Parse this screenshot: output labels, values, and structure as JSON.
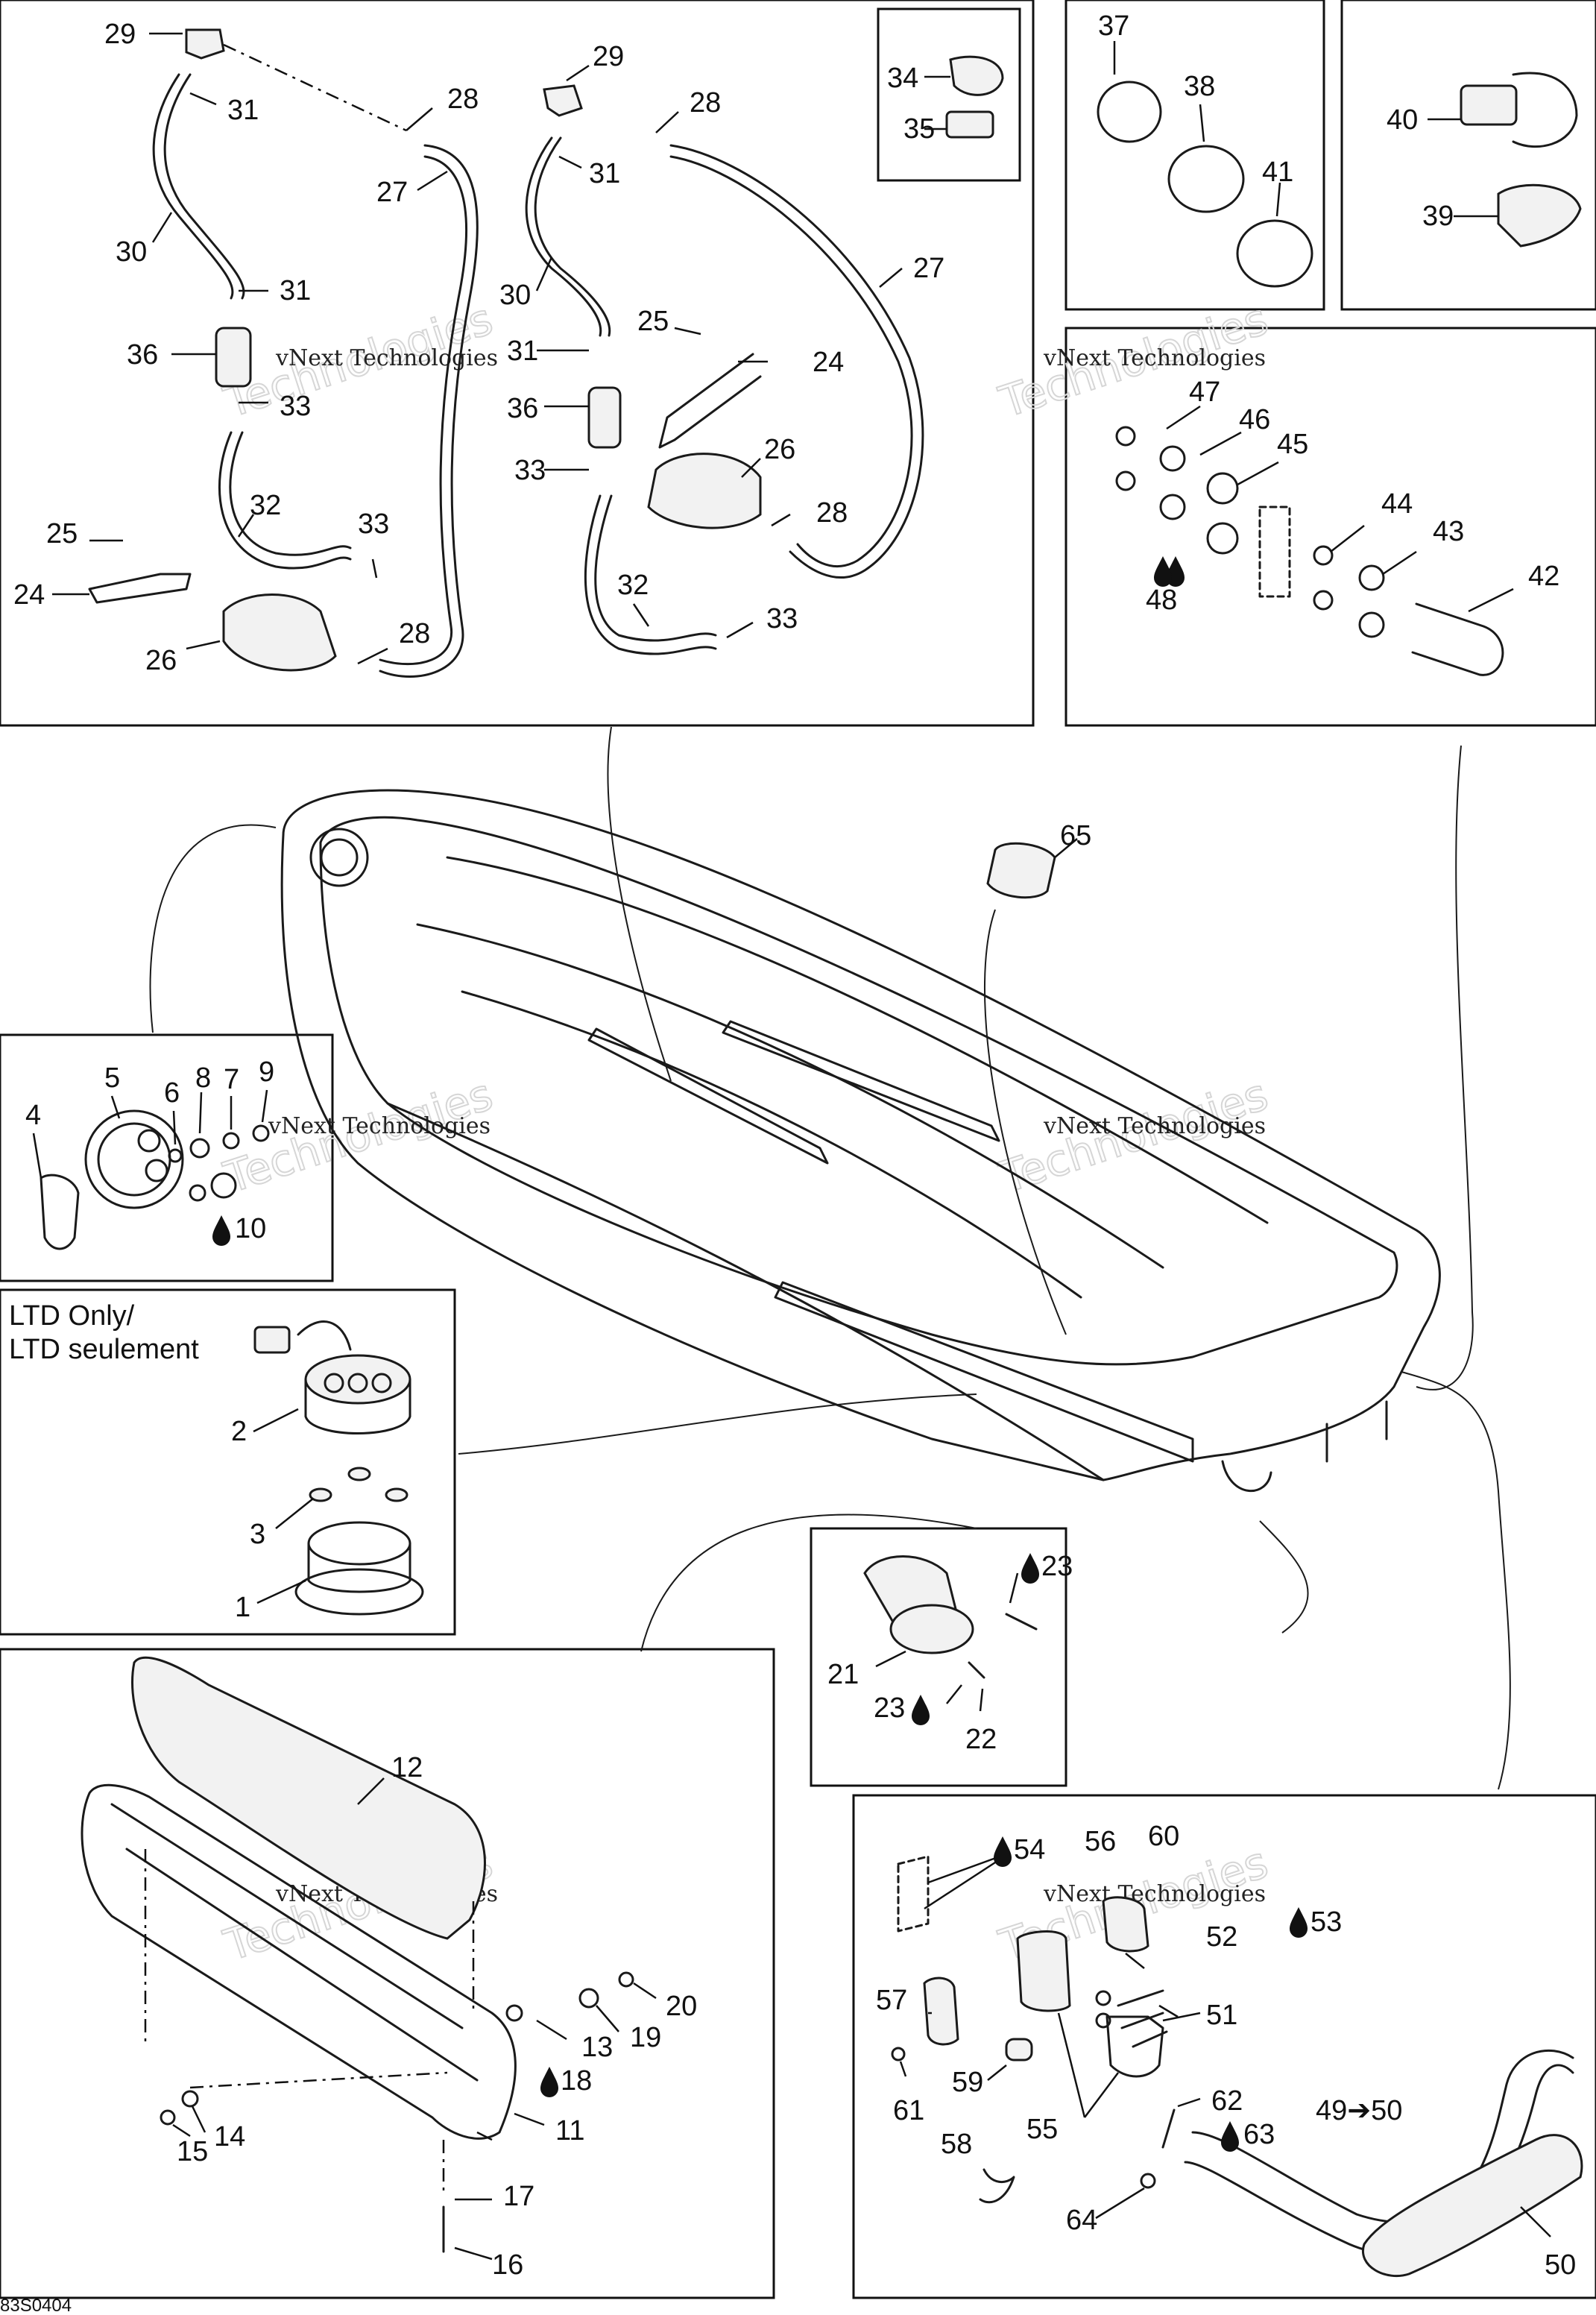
{
  "callouts": [
    {
      "label": "29"
    },
    {
      "label": "31"
    },
    {
      "label": "28"
    },
    {
      "label": "27"
    },
    {
      "label": "30"
    },
    {
      "label": "31"
    },
    {
      "label": "36"
    },
    {
      "label": "33"
    },
    {
      "label": "32"
    },
    {
      "label": "33"
    },
    {
      "label": "25"
    },
    {
      "label": "24"
    },
    {
      "label": "26"
    },
    {
      "label": "28"
    },
    {
      "label": "29"
    },
    {
      "label": "28"
    },
    {
      "label": "31"
    },
    {
      "label": "30"
    },
    {
      "label": "27"
    },
    {
      "label": "25"
    },
    {
      "label": "24"
    },
    {
      "label": "31"
    },
    {
      "label": "36"
    },
    {
      "label": "26"
    },
    {
      "label": "33"
    },
    {
      "label": "28"
    },
    {
      "label": "32"
    },
    {
      "label": "33"
    },
    {
      "label": "34"
    },
    {
      "label": "35"
    },
    {
      "label": "37"
    },
    {
      "label": "38"
    },
    {
      "label": "41"
    },
    {
      "label": "40"
    },
    {
      "label": "39"
    },
    {
      "label": "47"
    },
    {
      "label": "46"
    },
    {
      "label": "45"
    },
    {
      "label": "44"
    },
    {
      "label": "43"
    },
    {
      "label": "42"
    },
    {
      "label": "48"
    },
    {
      "label": "65"
    },
    {
      "label": "4"
    },
    {
      "label": "5"
    },
    {
      "label": "6"
    },
    {
      "label": "8"
    },
    {
      "label": "7"
    },
    {
      "label": "9"
    },
    {
      "label": "10"
    },
    {
      "label": "2"
    },
    {
      "label": "3"
    },
    {
      "label": "1"
    },
    {
      "label": "23"
    },
    {
      "label": "21"
    },
    {
      "label": "23"
    },
    {
      "label": "22"
    },
    {
      "label": "12"
    },
    {
      "label": "20"
    },
    {
      "label": "19"
    },
    {
      "label": "13"
    },
    {
      "label": "18"
    },
    {
      "label": "11"
    },
    {
      "label": "14"
    },
    {
      "label": "15"
    },
    {
      "label": "17"
    },
    {
      "label": "16"
    },
    {
      "label": "54"
    },
    {
      "label": "56"
    },
    {
      "label": "60"
    },
    {
      "label": "53"
    },
    {
      "label": "52"
    },
    {
      "label": "51"
    },
    {
      "label": "57"
    },
    {
      "label": "59"
    },
    {
      "label": "61"
    },
    {
      "label": "62"
    },
    {
      "label": "55"
    },
    {
      "label": "63"
    },
    {
      "label": "58"
    },
    {
      "label": "64"
    },
    {
      "label": "49➔50"
    },
    {
      "label": "50"
    }
  ],
  "notes": {
    "ltd_line1": "LTD Only/",
    "ltd_line2": "LTD seulement"
  },
  "watermark": {
    "text": "vNext Technologies",
    "big": "Technologies"
  },
  "figure_code": "83S0404"
}
